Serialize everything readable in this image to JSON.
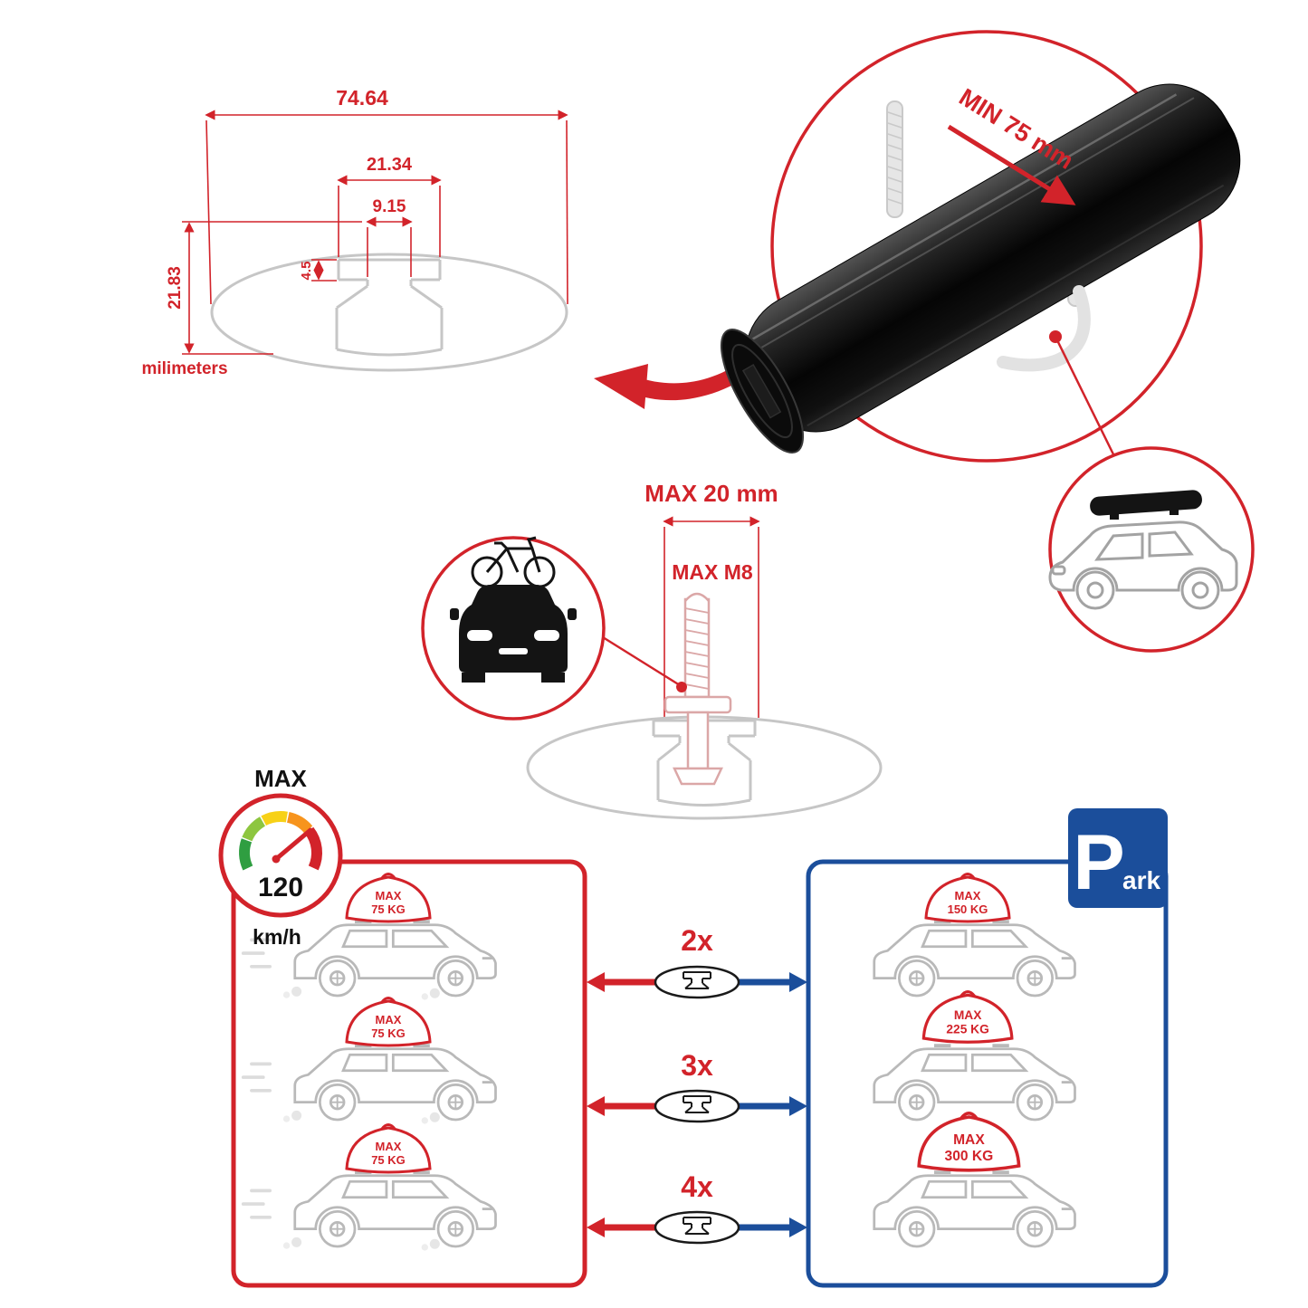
{
  "colors": {
    "red": "#d2232a",
    "blue": "#1b4e9b",
    "gray": "#c6c6c6",
    "black": "#111111"
  },
  "dimensions": {
    "total_width": "74.64",
    "inner_width": "21.34",
    "slot_width": "9.15",
    "lip_depth": "4.5",
    "height": "21.83",
    "unit": "milimeters"
  },
  "clamp": {
    "min_span": "MIN 75 mm"
  },
  "bolt": {
    "max_length": "MAX 20 mm",
    "max_thread": "MAX M8"
  },
  "speed": {
    "label": "MAX",
    "value": "120",
    "unit": "km/h"
  },
  "multipliers": [
    "2x",
    "3x",
    "4x"
  ],
  "loads": {
    "moving": [
      {
        "l1": "MAX",
        "l2": "75 KG"
      },
      {
        "l1": "MAX",
        "l2": "75 KG"
      },
      {
        "l1": "MAX",
        "l2": "75 KG"
      }
    ],
    "parked": [
      {
        "l1": "MAX",
        "l2": "150 KG"
      },
      {
        "l1": "MAX",
        "l2": "225 KG"
      },
      {
        "l1": "MAX",
        "l2": "300 KG"
      }
    ]
  },
  "park_sign": {
    "initial": "P",
    "rest": "ark"
  }
}
